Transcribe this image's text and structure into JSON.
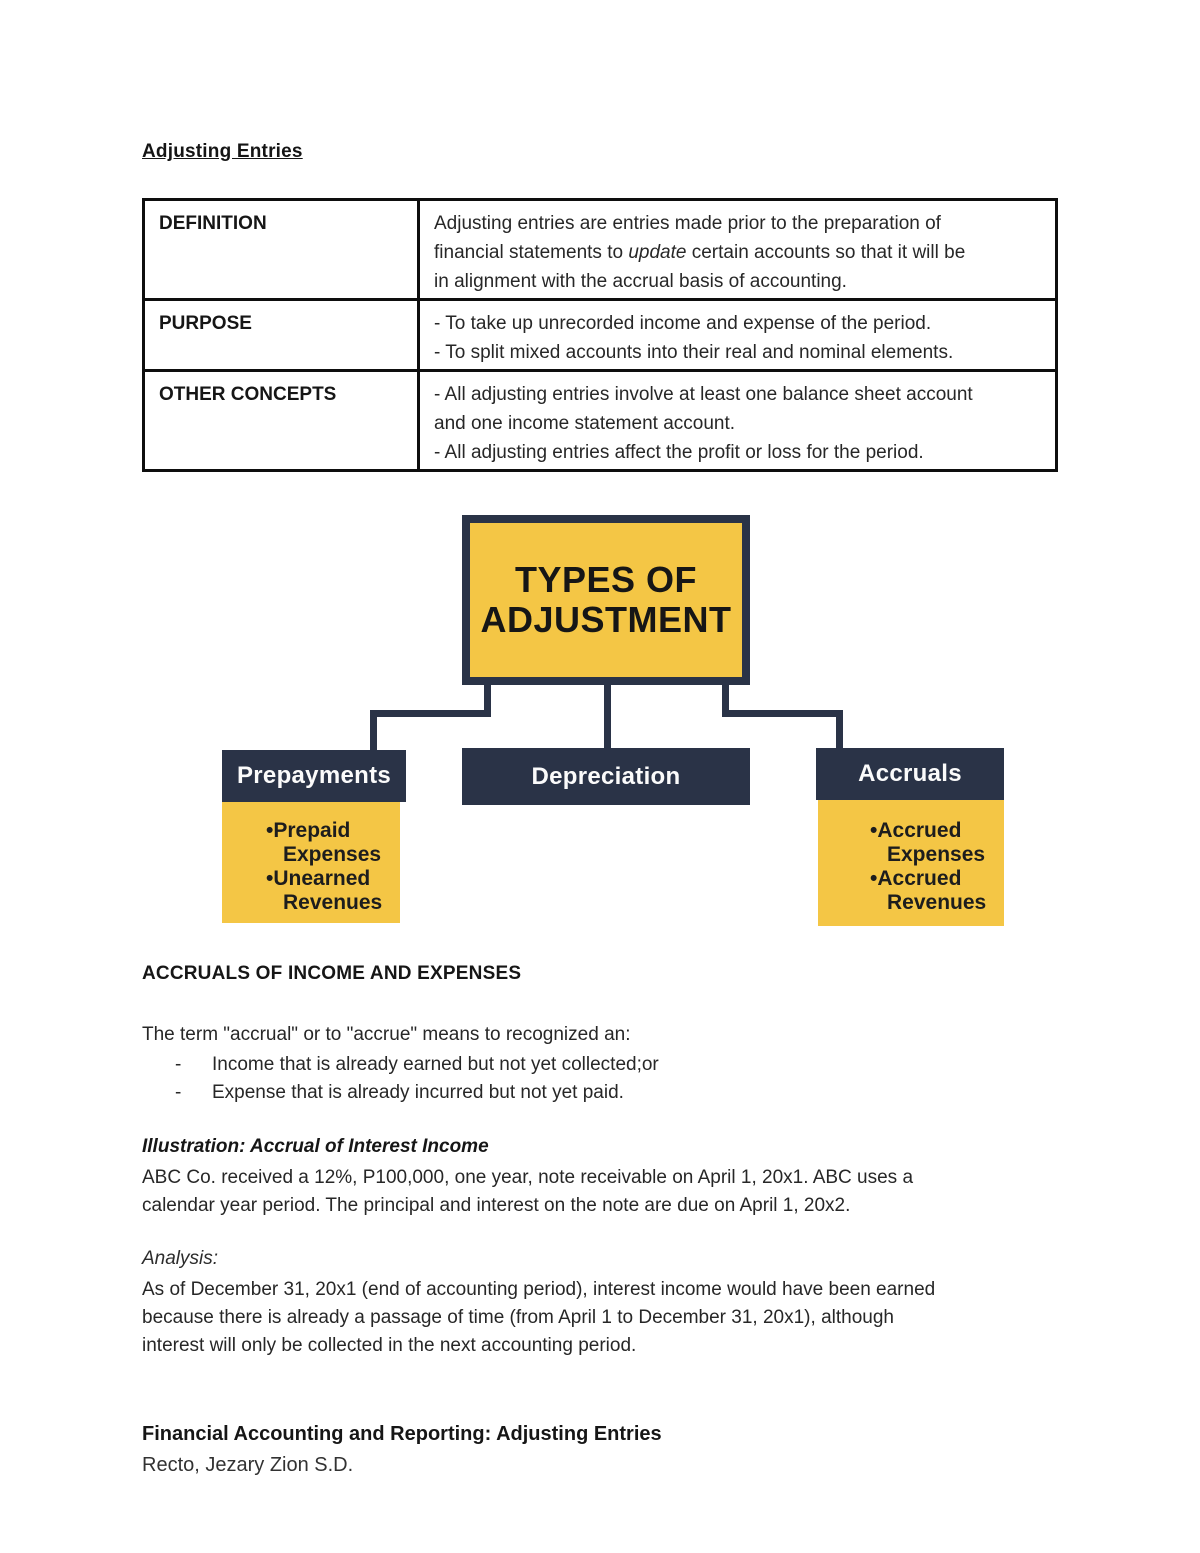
{
  "doc": {
    "title": "Adjusting Entries"
  },
  "table": {
    "definition": {
      "label": "DEFINITION",
      "line1": "Adjusting entries are entries made prior to the preparation of",
      "line2_pre": "financial statements to ",
      "line2_italic": "update",
      "line2_post": " certain accounts so that it will be",
      "line3": "in alignment with the accrual basis of accounting."
    },
    "purpose": {
      "label": "PURPOSE",
      "lines": [
        "- To take up unrecorded income and expense of the period.",
        "- To split mixed accounts into their real and nominal elements."
      ]
    },
    "other_concepts": {
      "label": "OTHER CONCEPTS",
      "lines": [
        "- All adjusting entries involve at least one balance sheet account",
        "and one income statement account.",
        "- All adjusting entries affect the profit or loss for the period."
      ]
    }
  },
  "diagram": {
    "colors": {
      "yellow": "#f4c645",
      "navy": "#2a3347"
    },
    "title_line1": "TYPES OF",
    "title_line2": "ADJUSTMENT",
    "branches": {
      "prepayments": {
        "label": "Prepayments",
        "items": [
          "Prepaid Expenses",
          "Unearned Revenues"
        ]
      },
      "depreciation": {
        "label": "Depreciation"
      },
      "accruals": {
        "label": "Accruals",
        "items": [
          "Accrued Expenses",
          "Accrued Revenues"
        ]
      }
    }
  },
  "accruals_section": {
    "heading": "ACCRUALS OF INCOME AND EXPENSES",
    "intro": "The term \"accrual\" or to \"accrue\" means to recognized an:",
    "bullets": [
      {
        "dash": "-",
        "text": "Income that is already earned but not yet collected;or"
      },
      {
        "dash": "-",
        "text": "Expense that is already incurred but not yet paid."
      }
    ]
  },
  "illustration": {
    "heading": "Illustration: Accrual of Interest Income",
    "lines": [
      "ABC Co. received a 12%, P100,000, one year, note receivable on April 1, 20x1. ABC uses a",
      "calendar year period. The principal and interest on the note are due on April 1, 20x2."
    ]
  },
  "analysis": {
    "heading": "Analysis:",
    "lines": [
      "As of December 31, 20x1 (end of accounting period), interest income would have been earned",
      "because there is already a passage of time (from April 1 to December 31, 20x1), although",
      "interest will only be collected in the next accounting period."
    ]
  },
  "footer": {
    "title": "Financial Accounting and Reporting: Adjusting Entries",
    "author": "Recto, Jezary Zion S.D."
  }
}
